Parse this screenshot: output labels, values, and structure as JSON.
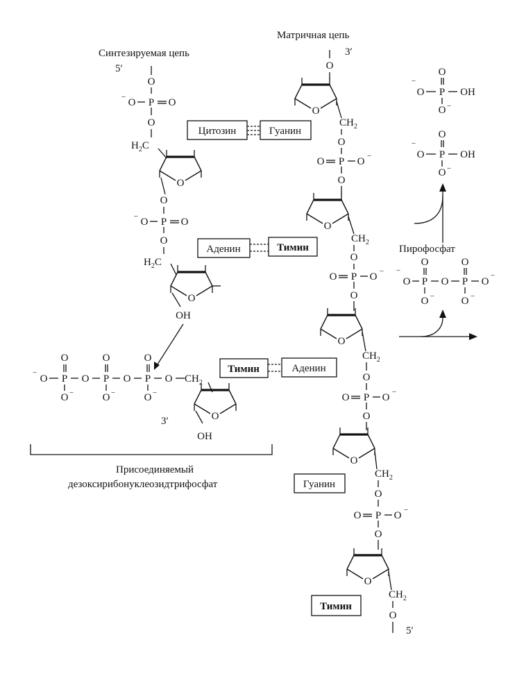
{
  "labels": {
    "synth_strand": "Синтезируемая цепь",
    "template_strand": "Матричная цепь",
    "pyrophosphate": "Пирофосфат",
    "incoming_line1": "Присоединяемый",
    "incoming_line2": "дезоксирибонуклеозидтрифосфат",
    "end_5_synth": "5′",
    "end_3_template": "3′",
    "end_3_incoming": "3′",
    "end_5_template": "5′"
  },
  "bases": {
    "cytosine": "Цитозин",
    "guanine": "Гуанин",
    "adenine": "Аденин",
    "thymine": "Тимин"
  },
  "atoms": {
    "O": "O",
    "P": "P",
    "OH": "OH",
    "H": "H",
    "C": "C",
    "sub2": "2",
    "minus": "−"
  }
}
